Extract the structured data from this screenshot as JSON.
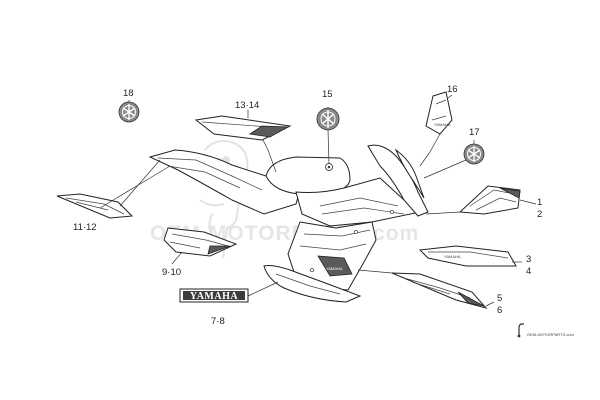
{
  "callouts": {
    "c1": "1",
    "c2": "2",
    "c3": "3",
    "c4": "4",
    "c5": "5",
    "c6": "6",
    "c78": "7·8",
    "c910": "9·10",
    "c1112": "11·12",
    "c1314": "13·14",
    "c15": "15",
    "c16": "16",
    "c17": "17",
    "c18": "18"
  },
  "watermark": {
    "text": "OEM-MOTORPARTS.com"
  },
  "brand_plate": {
    "text": "YAMAHA"
  },
  "footer_logo": {
    "text": "OEM-MOTORPARTS.com"
  },
  "icons": [
    "tuning-fork-emblem-icon",
    "watermark-mascot-icon",
    "footer-logo-icon"
  ],
  "colors": {
    "line": "#333333",
    "dark_fill": "#5a5a5a",
    "watermark": "#e6e6e6",
    "background": "#ffffff"
  }
}
